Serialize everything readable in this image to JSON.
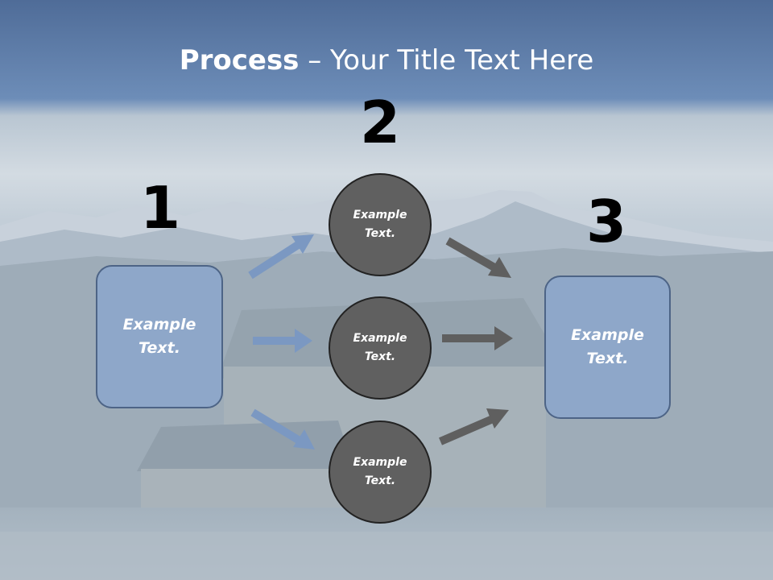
{
  "title": {
    "bold": "Process",
    "rest": " – Your Title Text Here"
  },
  "steps": {
    "one": "1",
    "two": "2",
    "three": "3"
  },
  "left_box": {
    "text": "Example\nText."
  },
  "right_box": {
    "text": "Example\nText."
  },
  "circles": [
    {
      "text": "Example\nText."
    },
    {
      "text": "Example\nText."
    },
    {
      "text": "Example\nText."
    }
  ],
  "colors": {
    "box_fill": "#8ea7c9",
    "box_border": "#4d6486",
    "circle_fill": "#606060",
    "blue_arrow": "#7b98c2",
    "gray_arrow": "#5f5f5f",
    "title_band": "#5b7aa5"
  }
}
